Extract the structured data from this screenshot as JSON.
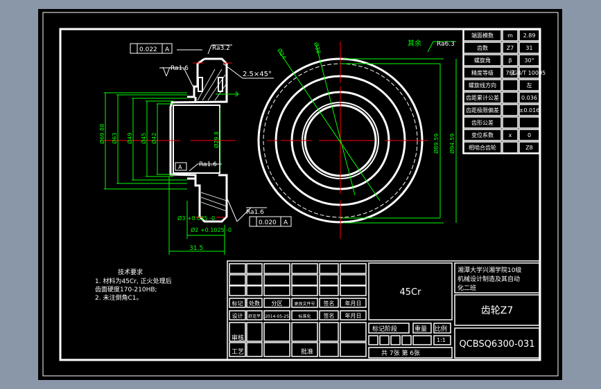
{
  "drawing": {
    "colors": {
      "background": "#8a97a8",
      "sheet": "#000000",
      "lines": "#ffffff",
      "dimensions": "#00ff00",
      "centerlines": "#ff0000"
    },
    "annotations": {
      "tol_top": "0.022",
      "datum_top": "A",
      "ra_top": "Ra3.2",
      "ra_left": "Ra1.6",
      "chamfer": "2.5×45°",
      "dim_3": "3",
      "ra_bore": "Ra1.6",
      "datum_label": "A",
      "ra_bottom": "Ra1.6",
      "tol_bottom": "0.020",
      "datum_bottom": "A",
      "d_outer": "Ø69.88",
      "d_63": "Ø63",
      "d_49": "Ø49",
      "d_45": "Ø45",
      "d_42": "Ø42",
      "d_bore": "Ø29.8",
      "d_small1": "Ø3 +0.025 -0",
      "d_small2": "Ø2 +0.1025 -0",
      "len_31_5": "31.5",
      "leader_a": "Ø24",
      "leader_b": "Ø38",
      "d_89": "Ø89.59",
      "d_94": "Ø94.59",
      "rest_label": "其余",
      "rest_ra": "Ra6.3"
    },
    "tech_requirements": {
      "title": "技术要求",
      "lines": [
        "1. 材料为45Cr, 正火处理后",
        "齿面硬度170-210HB;",
        "2. 未注倒角C1。"
      ]
    }
  },
  "params_table": [
    [
      "端面模数",
      "m",
      "2.89"
    ],
    [
      "齿数",
      "Z7",
      "31"
    ],
    [
      "螺旋角",
      "β",
      "30°"
    ],
    [
      "精度等级",
      "7级",
      "GB/T 10095"
    ],
    [
      "螺旋线方向",
      "",
      "左"
    ],
    [
      "齿距累计公差",
      "",
      "0.036"
    ],
    [
      "齿距极限偏差",
      "",
      "±0.016"
    ],
    [
      "齿形公差",
      "",
      ""
    ],
    [
      "变位系数",
      "x",
      "0"
    ],
    [
      "相啮合齿轮",
      "",
      "Z8"
    ]
  ],
  "title_block": {
    "row_labels1": [
      "标记",
      "处数",
      "分区",
      "更改文件号",
      "签名",
      "年月日"
    ],
    "row_labels2": [
      "设计",
      "舒克平",
      "2014-05-25",
      "标准化",
      "签名",
      "年月日"
    ],
    "review": "审核",
    "process": "工艺",
    "approve": "批准",
    "material": "45Cr",
    "stage": "标记阶段",
    "weight": "重量",
    "scale_label": "比例",
    "scale": "1:1",
    "sheets": "共 7张   第 6张",
    "school": [
      "湘潭大学兴湘学院10级",
      "机械设计制造及其自动",
      "化二班"
    ],
    "part_name": "齿轮Z7",
    "drawing_no": "QCBSQ6300-031"
  }
}
